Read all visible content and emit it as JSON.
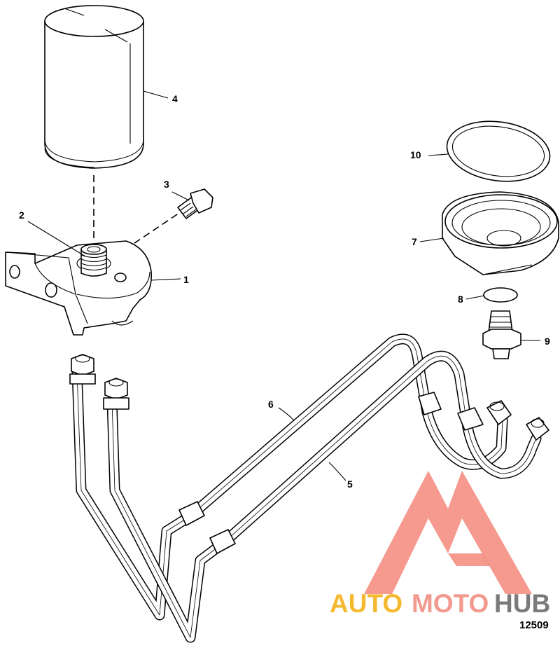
{
  "callouts": {
    "c1": "1",
    "c2": "2",
    "c3": "3",
    "c4": "4",
    "c5": "5",
    "c6": "6",
    "c7": "7",
    "c8": "8",
    "c9": "9",
    "c10": "10"
  },
  "watermark": {
    "auto": "AUTO",
    "moto": "MOTO",
    "hub": "HUB",
    "colors": {
      "auto": "#f5b930",
      "moto": "#f29a8e",
      "hub": "#7a7a7a",
      "triangle": "#f5877a"
    }
  },
  "figure_number": "12509"
}
